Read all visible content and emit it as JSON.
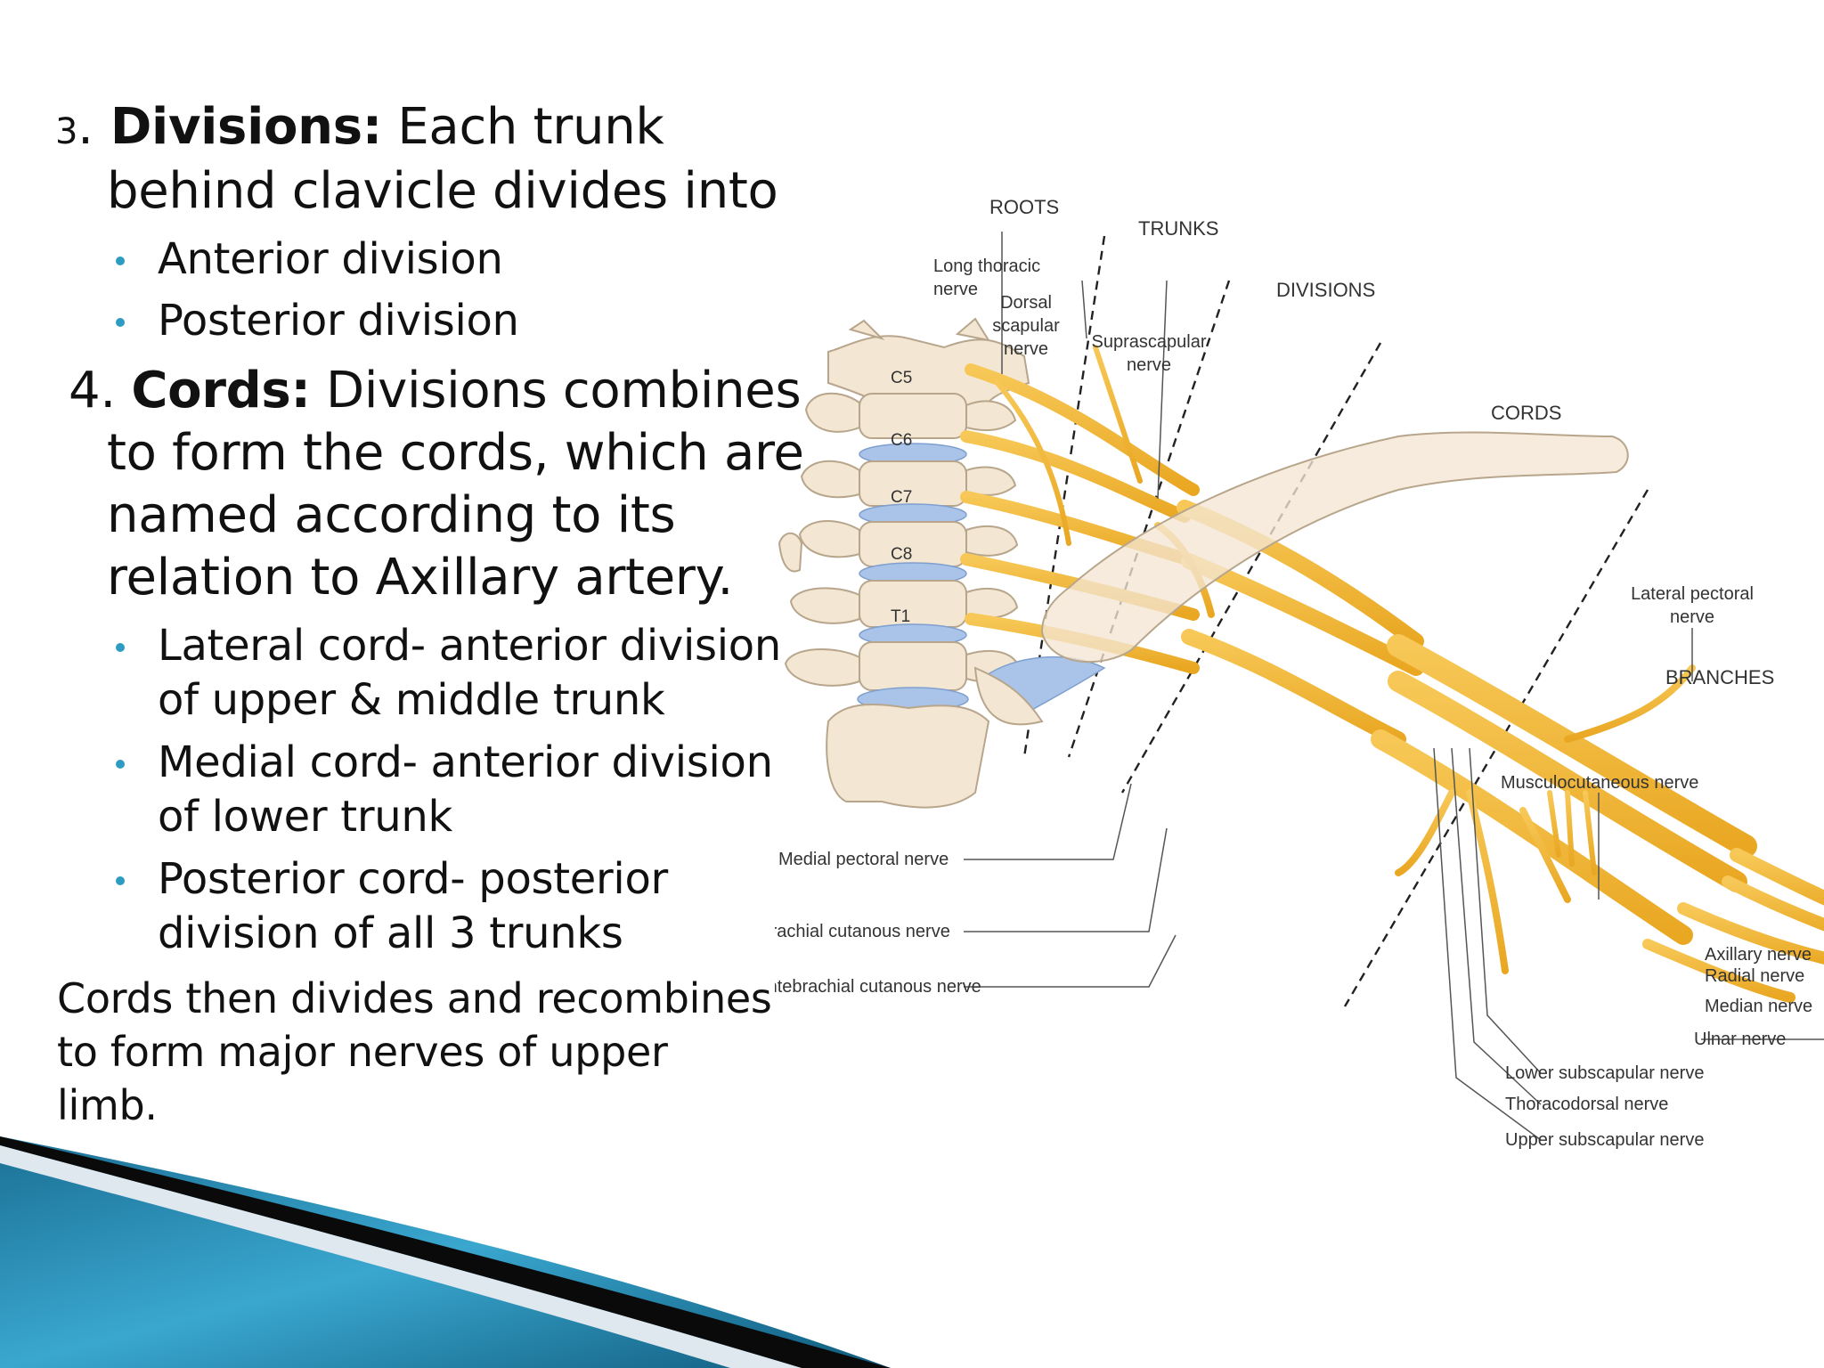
{
  "slide": {
    "p1": {
      "num": "3",
      "dot": ".",
      "bold": " Divisions:",
      "rest": " Each trunk",
      "line2": "behind clavicle divides into"
    },
    "p1_bullets": [
      "Anterior division",
      "Posterior division"
    ],
    "p2": {
      "num": "4. ",
      "bold": "Cords:",
      "rest": " Divisions combines",
      "lines": [
        "to form the cords, which are",
        "named according to its",
        "relation to Axillary artery."
      ]
    },
    "p2_bullets": [
      {
        "l1": "Lateral cord- anterior division",
        "l2": "of upper & middle trunk"
      },
      {
        "l1": "Medial cord- anterior division",
        "l2": "of lower trunk"
      },
      {
        "l1": "Posterior cord- posterior",
        "l2": "division of all 3 trunks"
      }
    ],
    "closing": [
      "Cords then divides and recombines",
      "to form major nerves of upper",
      "limb."
    ]
  },
  "diagram": {
    "zones": [
      "ROOTS",
      "TRUNKS",
      "DIVISIONS",
      "CORDS",
      "BRANCHES"
    ],
    "vertebrae": [
      "C5",
      "C6",
      "C7",
      "C8",
      "T1"
    ],
    "labels": {
      "long_thoracic": [
        "Long thoracic",
        "nerve"
      ],
      "dorsal_scapular": [
        "Dorsal",
        "scapular",
        "nerve"
      ],
      "suprascapular": [
        "Suprascapular",
        "nerve"
      ],
      "lateral_pectoral": [
        "Lateral pectoral",
        "nerve"
      ],
      "musculocutaneous": "Musculocutaneous nerve",
      "medial_pectoral": "Medial pectoral nerve",
      "medial_brachial": "Medial brachial cutanous nerve",
      "medial_antebrachial": "Medial antebrachial cutanous nerve",
      "axillary": "Axillary nerve",
      "radial": "Radial nerve",
      "median": "Median nerve",
      "ulnar": "Ulnar nerve",
      "lower_subscapular": "Lower subscapular nerve",
      "thoracodorsal": "Thoracodorsal nerve",
      "upper_subscapular": "Upper subscapular nerve"
    },
    "colors": {
      "nerve": "#f2b431",
      "nerve_edge": "#d99a1e",
      "bone": "#f3e6d2",
      "disc": "#a9c4e8",
      "accent_blue": "#2a8db3"
    }
  }
}
